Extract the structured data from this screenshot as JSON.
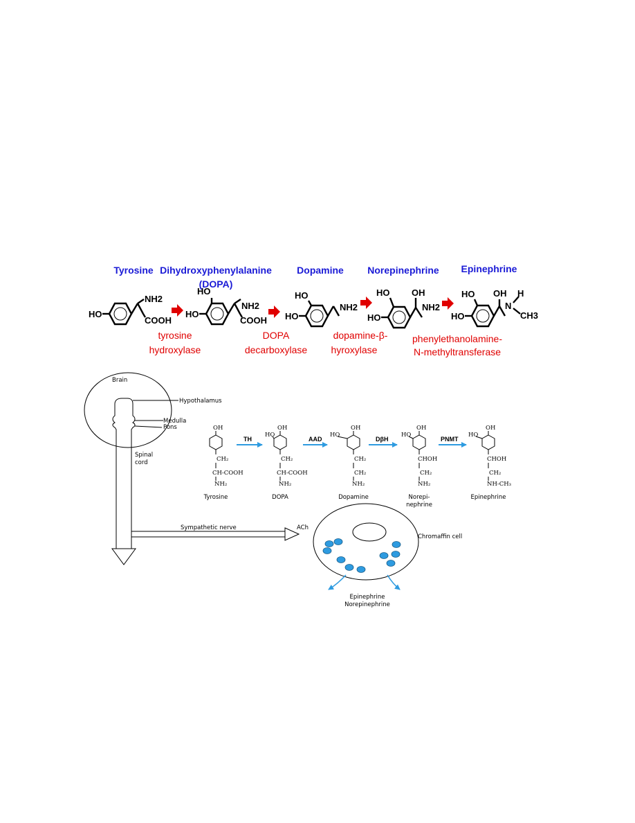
{
  "top_pathway": {
    "compounds": [
      "Tyrosine",
      "Dihydroxyphenylalanine",
      "(DOPA)",
      "Dopamine",
      "Norepinephrine",
      "Epinephrine"
    ],
    "enzymes": {
      "e1_line1": "tyrosine",
      "e1_line2": "hydroxylase",
      "e2_line1": "DOPA",
      "e2_line2": "decarboxylase",
      "e3_line1": "dopamine-β-",
      "e3_line2": "hyroxylase",
      "e4_line1": "phenylethanolamine-",
      "e4_line2": "N-methyltransferase"
    },
    "atoms": {
      "ho": "HO",
      "nh2": "NH2",
      "cooh": "COOH",
      "oh": "OH",
      "h": "H",
      "n": "N",
      "ch3": "CH3"
    },
    "colors": {
      "compound": "#1a1ad6",
      "enzyme": "#e00000",
      "arrow": "#e00000"
    }
  },
  "bottom_diagram": {
    "labels": {
      "brain": "Brain",
      "hypothalamus": "Hypothalamus",
      "medulla": "Medulla",
      "pons": "Pons",
      "spinal_1": "Spinal",
      "spinal_2": "cord",
      "sympathetic": "Sympathetic nerve",
      "ach": "ACh",
      "chromaffin": "Chromaffin cell",
      "release_1": "Epinephrine",
      "release_2": "Norepinephrine"
    },
    "enzymes": {
      "th": "TH",
      "aad": "AAD",
      "dbh": "DβH",
      "pnmt": "PNMT"
    },
    "compounds": [
      "Tyrosine",
      "DOPA",
      "Dopamine",
      "Norepi-",
      "nephrine",
      "Epinephrine"
    ],
    "groups": {
      "oh": "OH",
      "ho": "HO",
      "ch2": "CH₂",
      "ch_cooh": "CH-COOH",
      "nh2": "NH₂",
      "chol": "CHOH",
      "nh_ch3": "NH-CH₃"
    },
    "colors": {
      "arrow": "#2e9be0",
      "vesicle": "#2e9be0"
    }
  }
}
